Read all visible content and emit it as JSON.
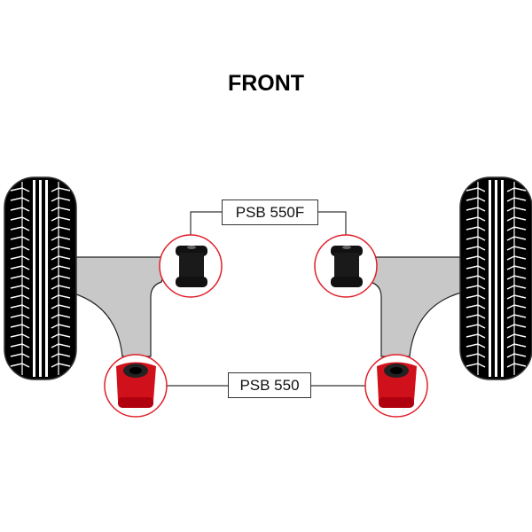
{
  "title": "FRONT",
  "labels": {
    "upper": "PSB 550F",
    "lower": "PSB 550"
  },
  "colors": {
    "arm": "#c8c8c8",
    "ring": "#e0202a",
    "red_bushing": "#d0101a",
    "black_bushing": "#111111"
  }
}
